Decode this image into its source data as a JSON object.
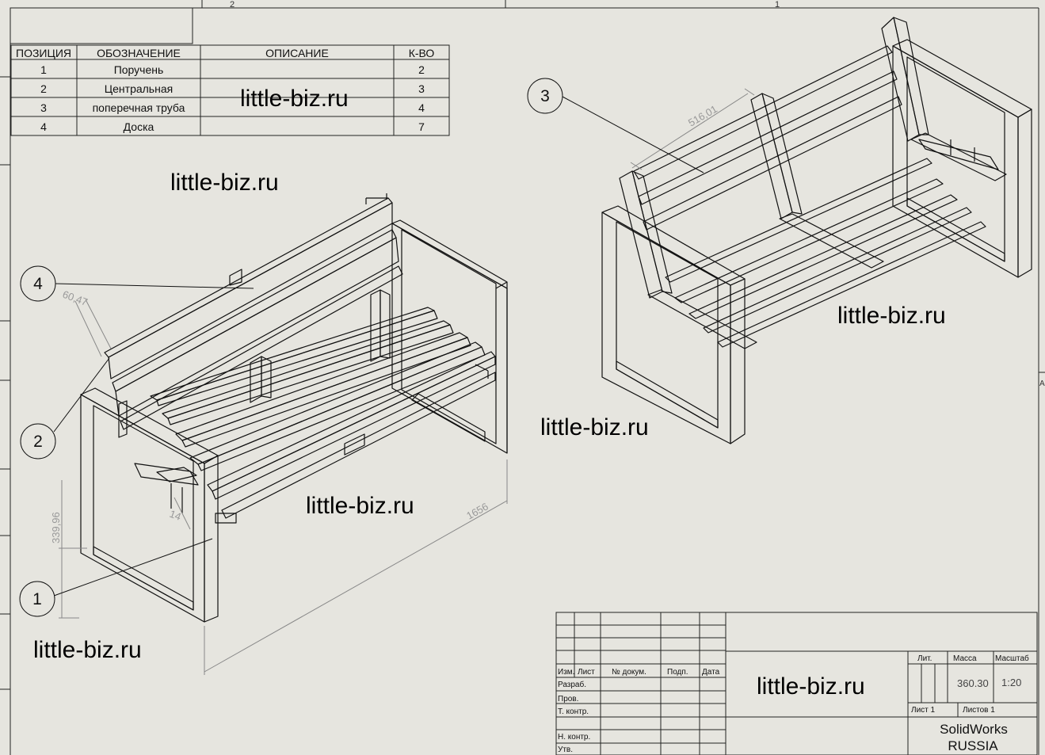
{
  "frame": {
    "zone_top_left": "2",
    "zone_top_right": "1",
    "right_edge_mark": "A"
  },
  "bom": {
    "headers": [
      "ПОЗИЦИЯ",
      "ОБОЗНАЧЕНИЕ",
      "ОПИСАНИЕ",
      "К-ВО"
    ],
    "rows": [
      {
        "pos": "1",
        "name": "Поручень",
        "desc": "",
        "qty": "2"
      },
      {
        "pos": "2",
        "name": "Центральная",
        "desc": "",
        "qty": "3"
      },
      {
        "pos": "3",
        "name": "поперечная труба",
        "desc": "",
        "qty": "4"
      },
      {
        "pos": "4",
        "name": "Доска",
        "desc": "",
        "qty": "7"
      }
    ]
  },
  "watermark": "little-biz.ru",
  "balloons": [
    "1",
    "2",
    "3",
    "4"
  ],
  "dimensions": {
    "length": "1656",
    "height": "339,96",
    "depth": "60,47",
    "gap": "14",
    "back_width": "516,01"
  },
  "title_block": {
    "labels": {
      "izm": "Изм.",
      "list": "Лист",
      "doc": "№ докум.",
      "sign": "Подп.",
      "date": "Дата",
      "razrab": "Разраб.",
      "prov": "Пров.",
      "tkontr": "Т. контр.",
      "nkontr": "Н. контр.",
      "utv": "Утв.",
      "lit": "Лит.",
      "mass": "Масса",
      "scale_label": "Масштаб"
    },
    "mass_value": "360.30",
    "scale_value": "1:20",
    "sheet": "Лист 1",
    "sheets": "Листов 1",
    "company_line1": "SolidWorks",
    "company_line2": "RUSSIA"
  }
}
